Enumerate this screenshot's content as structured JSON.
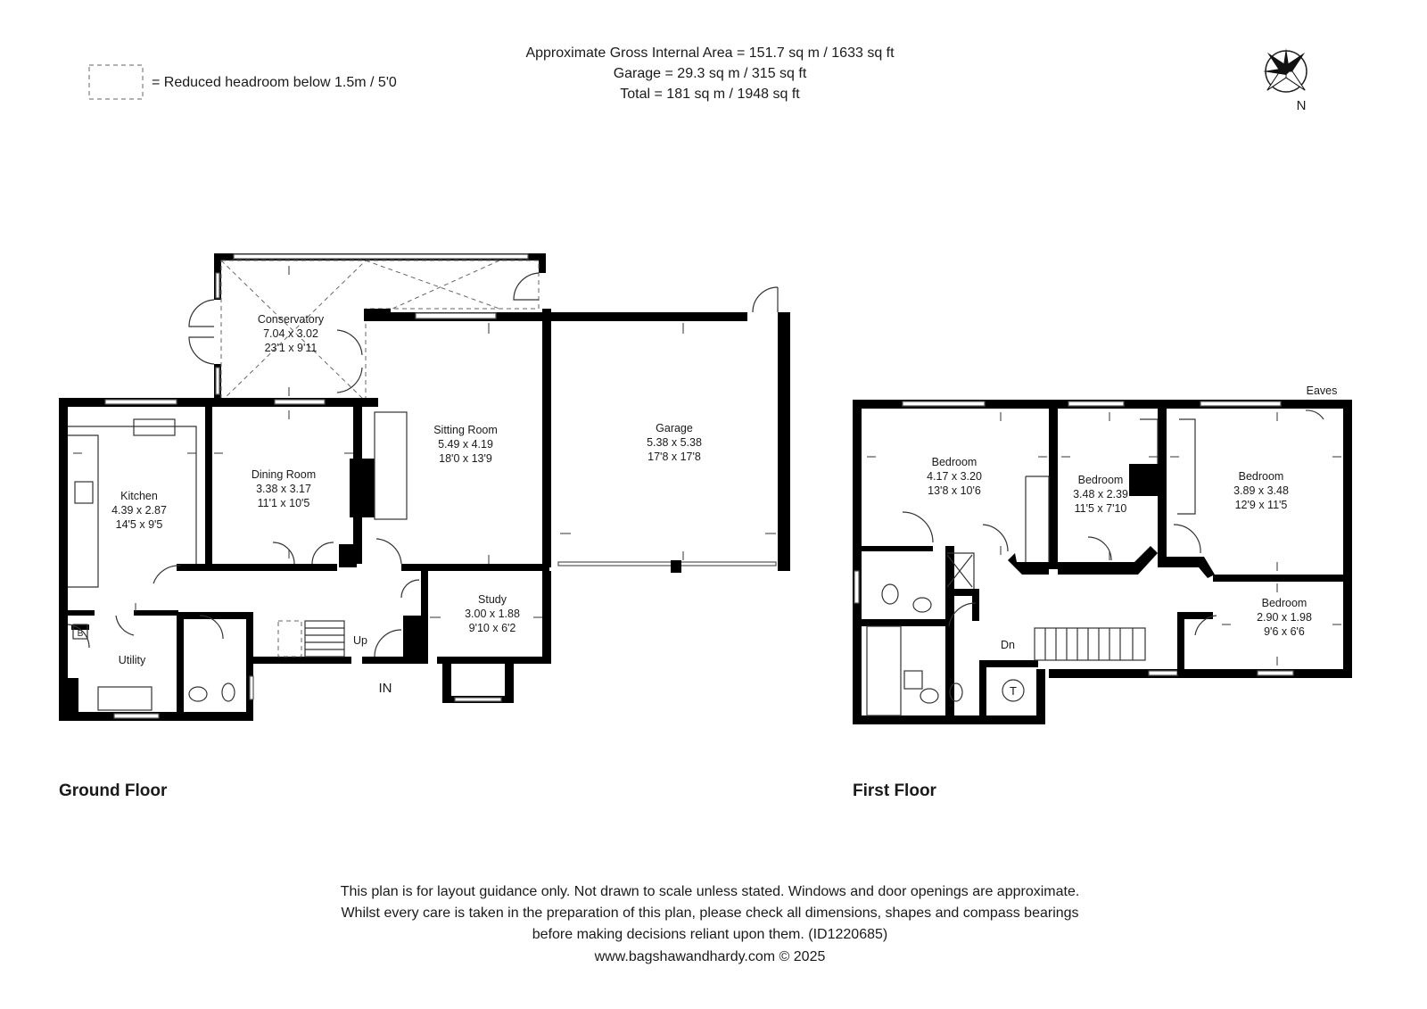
{
  "header": {
    "area_lines": [
      "Approximate Gross Internal Area = 151.7 sq m / 1633 sq ft",
      "Garage = 29.3 sq m / 315 sq ft",
      "Total = 181 sq m / 1948 sq ft"
    ],
    "legend_text": "= Reduced headroom below 1.5m / 5'0",
    "compass_label": "N"
  },
  "ground_floor": {
    "name": "Ground Floor",
    "rooms": [
      {
        "name": "Conservatory",
        "metric": "7.04 x 3.02",
        "imperial": "23'1 x 9'11"
      },
      {
        "name": "Sitting Room",
        "metric": "5.49 x 4.19",
        "imperial": "18'0 x 13'9"
      },
      {
        "name": "Garage",
        "metric": "5.38 x 5.38",
        "imperial": "17'8 x 17'8"
      },
      {
        "name": "Dining Room",
        "metric": "3.38 x 3.17",
        "imperial": "11'1 x 10'5"
      },
      {
        "name": "Kitchen",
        "metric": "4.39 x 2.87",
        "imperial": "14'5 x 9'5"
      },
      {
        "name": "Study",
        "metric": "3.00 x 1.88",
        "imperial": "9'10 x 6'2"
      },
      {
        "name": "Utility",
        "metric": "",
        "imperial": ""
      }
    ],
    "markers": {
      "up": "Up",
      "entrance": "IN",
      "boiler": "B"
    }
  },
  "first_floor": {
    "name": "First Floor",
    "rooms": [
      {
        "name": "Bedroom",
        "metric": "4.17 x 3.20",
        "imperial": "13'8 x 10'6"
      },
      {
        "name": "Bedroom",
        "metric": "3.48 x 2.39",
        "imperial": "11'5 x 7'10"
      },
      {
        "name": "Bedroom",
        "metric": "3.89 x 3.48",
        "imperial": "12'9 x 11'5"
      },
      {
        "name": "Bedroom",
        "metric": "2.90 x 1.98",
        "imperial": "9'6 x 6'6"
      }
    ],
    "markers": {
      "down": "Dn",
      "eaves": "Eaves",
      "tank": "T"
    }
  },
  "footer": {
    "lines": [
      "This plan is for layout guidance only. Not drawn to scale unless stated. Windows and door openings are approximate.",
      "Whilst every care is taken in the preparation of this plan, please check all dimensions, shapes and compass bearings",
      "before making decisions reliant upon them. (ID1220685)",
      "www.bagshawandhardy.com © 2025"
    ]
  }
}
